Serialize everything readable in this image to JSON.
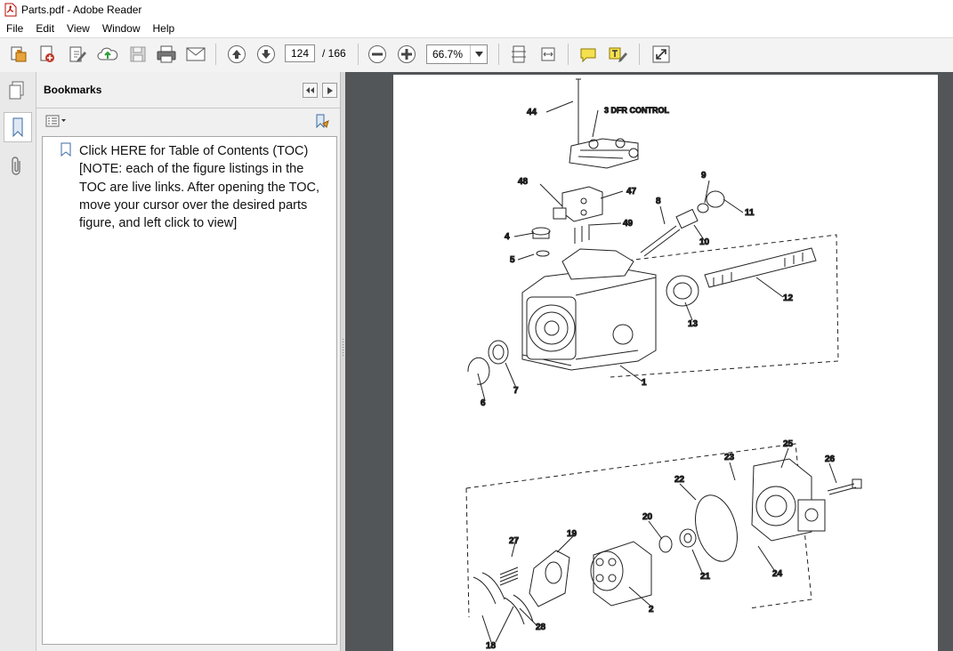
{
  "window": {
    "title": "Parts.pdf - Adobe Reader"
  },
  "menu": [
    "File",
    "Edit",
    "View",
    "Window",
    "Help"
  ],
  "toolbar": {
    "current_page": "124",
    "total_pages": "/ 166",
    "zoom": "66.7%"
  },
  "bookmarks": {
    "title": "Bookmarks",
    "items": [
      {
        "label": "Click HERE for Table of Contents (TOC) [NOTE: each of the figure listings in the TOC are live links. After opening the TOC, move your cursor over the desired parts figure, and left click to view]"
      }
    ]
  },
  "diagram": {
    "caption": "3 DFR CONTROL",
    "labels": [
      "44",
      "48",
      "47",
      "4",
      "49",
      "8",
      "9",
      "11",
      "10",
      "5",
      "12",
      "13",
      "7",
      "1",
      "6",
      "25",
      "23",
      "26",
      "22",
      "20",
      "27",
      "19",
      "21",
      "24",
      "2",
      "28",
      "18"
    ]
  },
  "colors": {
    "doc_background": "#525659",
    "page": "#ffffff"
  }
}
